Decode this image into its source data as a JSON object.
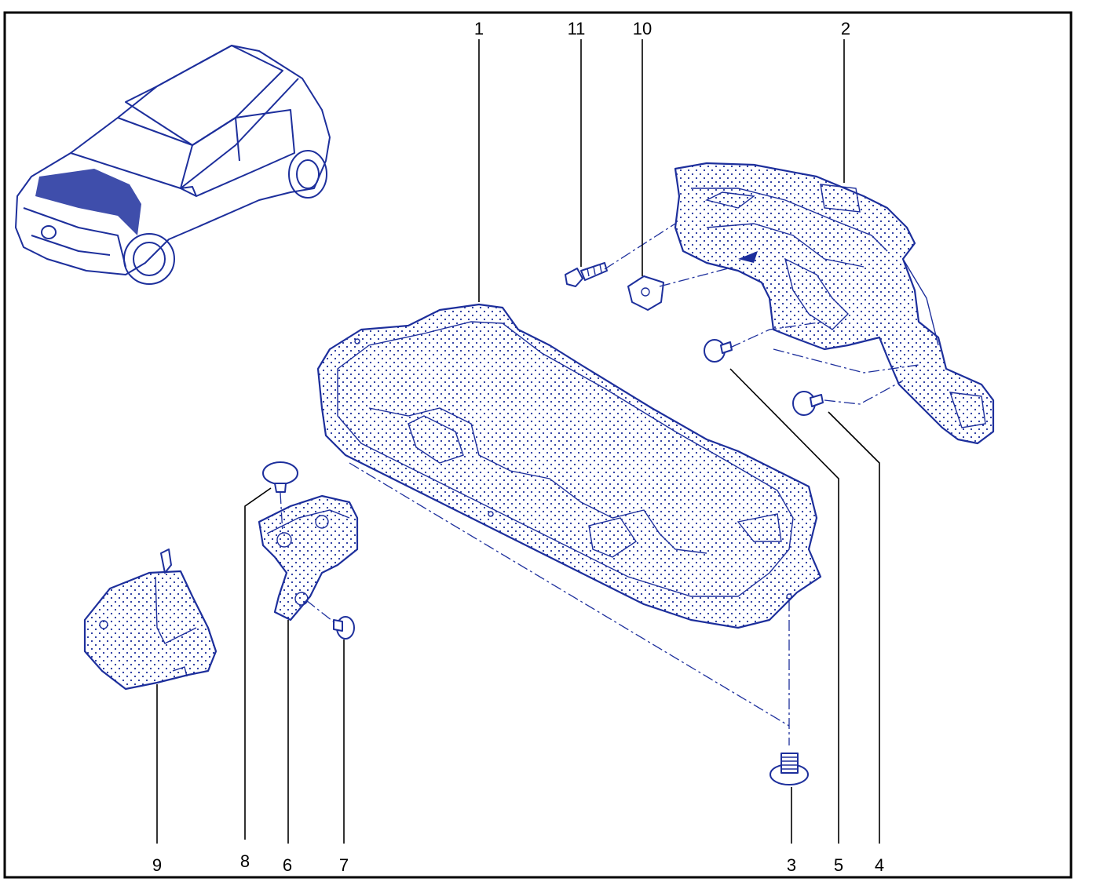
{
  "callouts": [
    {
      "id": "1",
      "text": "1"
    },
    {
      "id": "2",
      "text": "2"
    },
    {
      "id": "3",
      "text": "3"
    },
    {
      "id": "4",
      "text": "4"
    },
    {
      "id": "5",
      "text": "5"
    },
    {
      "id": "6",
      "text": "6"
    },
    {
      "id": "7",
      "text": "7"
    },
    {
      "id": "8",
      "text": "8"
    },
    {
      "id": "9",
      "text": "9"
    },
    {
      "id": "10",
      "text": "10"
    },
    {
      "id": "11",
      "text": "11"
    }
  ],
  "colors": {
    "line": "#1d2f9c",
    "frame": "#000000",
    "background": "#ffffff"
  }
}
